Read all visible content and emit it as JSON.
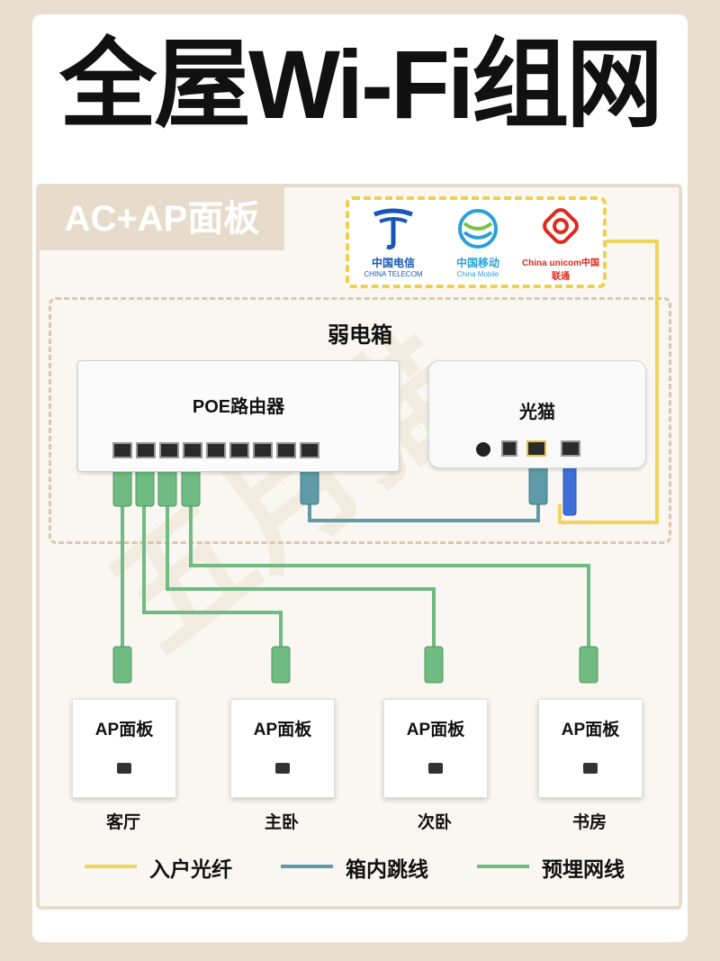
{
  "title": "全屋Wi-Fi组网",
  "mode_label": "AC+AP面板",
  "isps": [
    {
      "name": "中国电信",
      "sub": "CHINA TELECOM",
      "icon": "china-telecom-logo-icon",
      "color": "#1657b8"
    },
    {
      "name": "中国移动",
      "sub": "China Mobile",
      "icon": "china-mobile-logo-icon",
      "color": "#2aa0d8"
    },
    {
      "name": "China unicom中国联通",
      "sub": "",
      "icon": "china-unicom-logo-icon",
      "color": "#e02a1f"
    }
  ],
  "cabinet_label": "弱电箱",
  "router": {
    "label": "POE路由器"
  },
  "ont": {
    "label": "光猫"
  },
  "panels": [
    {
      "label": "AP面板",
      "room": "客厅"
    },
    {
      "label": "AP面板",
      "room": "主卧"
    },
    {
      "label": "AP面板",
      "room": "次卧"
    },
    {
      "label": "AP面板",
      "room": "书房"
    }
  ],
  "legend": [
    {
      "label": "入户光纤",
      "color": "#f2d35c"
    },
    {
      "label": "箱内跳线",
      "color": "#5f9aa8"
    },
    {
      "label": "预埋网线",
      "color": "#6fbb82"
    }
  ],
  "watermark": "五月猫"
}
